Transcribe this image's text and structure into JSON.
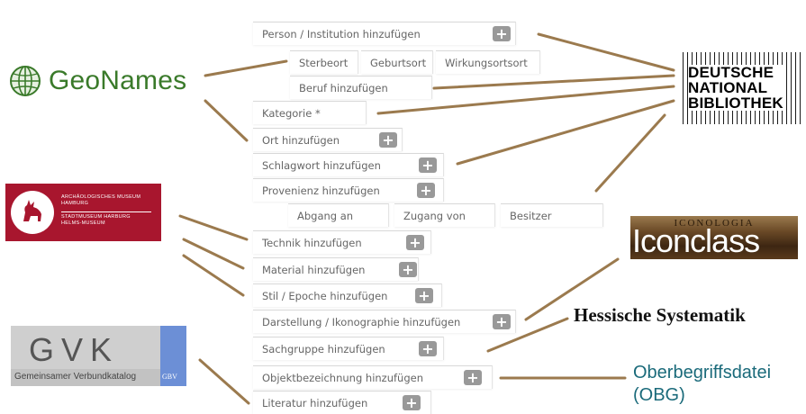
{
  "form": {
    "person": "Person / Institution hinzufügen",
    "sterbeort": "Sterbeort",
    "geburtsort": "Geburtsort",
    "wirkungsortsort": "Wirkungsortsort",
    "beruf": "Beruf hinzufügen",
    "kategorie": "Kategorie *",
    "ort": "Ort hinzufügen",
    "schlagwort": "Schlagwort hinzufügen",
    "provenienz": "Provenienz hinzufügen",
    "abgang": "Abgang an",
    "zugang": "Zugang von",
    "besitzer": "Besitzer",
    "technik": "Technik hinzufügen",
    "material": "Material hinzufügen",
    "stil": "Stil / Epoche hinzufügen",
    "darstellung": "Darstellung / Ikonographie hinzufügen",
    "sachgruppe": "Sachgruppe hinzufügen",
    "objektbezeichnung": "Objektbezeichnung hinzufügen",
    "literatur": "Literatur hinzufügen",
    "plus_symbol": "+"
  },
  "sources": {
    "geonames": "GeoNames",
    "museum_line1": "ARCHÄOLOGISCHES MUSEUM",
    "museum_line2": "HAMBURG",
    "museum_line3": "STADTMUSEUM HARBURG",
    "museum_line4": "HELMS-MUSEUM",
    "gvk_title": "GVK",
    "gvk_subtitle": "Gemeinsamer Verbundkatalog",
    "gvk_badge": "GBV",
    "dnb_line1": "DEUTSCHE",
    "dnb_line2": "NATIONAL",
    "dnb_line3": "BIBLIOTHEK",
    "iconclass_top": "ICONOLOGIA",
    "iconclass_name": "Iconclass",
    "hessische": "Hessische Systematik",
    "obg_line1": "Oberbegriffsdatei",
    "obg_line2": "(OBG)"
  },
  "colors": {
    "connector": "#9b7a4e",
    "geonames_green": "#3a7a2a",
    "museum_red": "#a8162e",
    "gvk_blue": "#6c8fd6",
    "obg_teal": "#1a6a7a",
    "plus_button": "#999999"
  },
  "icons": {
    "geonames_logo": "globe-icon",
    "museum_logo": "deer-emblem-icon",
    "add_button": "plus-icon"
  }
}
